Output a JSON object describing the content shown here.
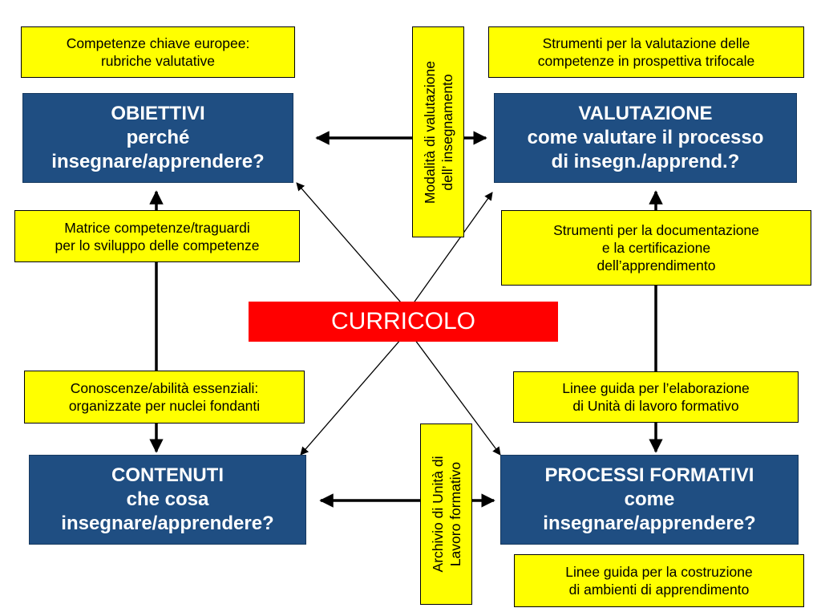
{
  "center": {
    "label": "CURRICOLO"
  },
  "objectives": {
    "lines": [
      "OBIETTIVI",
      "perché",
      "insegnare/apprendere?"
    ]
  },
  "evaluation": {
    "lines": [
      "VALUTAZIONE",
      "come valutare il processo",
      "di insegn./apprend.?"
    ]
  },
  "contents": {
    "lines": [
      "CONTENUTI",
      "che cosa",
      "insegnare/apprendere?"
    ]
  },
  "processes": {
    "lines": [
      "PROCESSI FORMATIVI",
      "come",
      "insegnare/apprendere?"
    ]
  },
  "notes": {
    "key_competences": [
      "Competenze chiave europee:",
      "rubriche valutative"
    ],
    "evaluation_tools": [
      "Strumenti per la valutazione delle",
      "competenze in prospettiva trifocale"
    ],
    "competence_matrix": [
      "Matrice competenze/traguardi",
      "per lo sviluppo delle competenze"
    ],
    "documentation_tools": [
      "Strumenti per la documentazione",
      "e la certificazione",
      "dell’apprendimento"
    ],
    "knowledge_skills": [
      "Conoscenze/abilità essenziali:",
      "organizzate per nuclei fondanti"
    ],
    "work_unit_guidelines": [
      "Linee guida per l’elaborazione",
      "di Unità di lavoro formativo"
    ],
    "environment_guidelines": [
      "Linee guida per la costruzione",
      "di ambienti di apprendimento"
    ],
    "teaching_evaluation": [
      "Modalità di valutazione",
      "dell’ insegnamento"
    ],
    "work_unit_archive": [
      "Archivio di Unità di",
      "Lavoro formativo"
    ]
  },
  "colors": {
    "blue_box": "#1f4e82",
    "yellow_box": "#ffff00",
    "red_box": "#ff0000",
    "arrow": "#000000"
  }
}
